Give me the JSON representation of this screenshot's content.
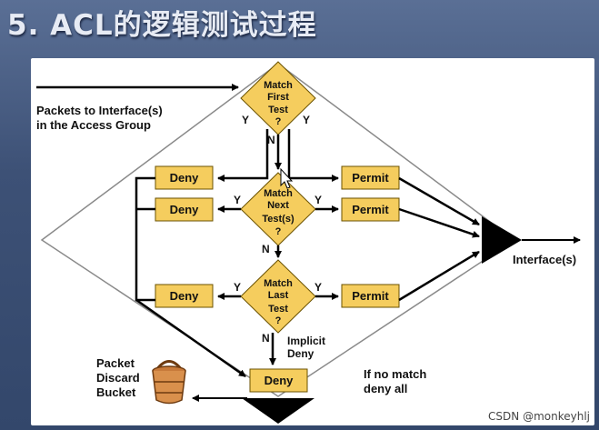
{
  "slide": {
    "title": "5. ACL的逻辑测试过程"
  },
  "diagram": {
    "entry_label_1": "Packets to Interface(s)",
    "entry_label_2": "in the Access Group",
    "decisions": {
      "first": [
        "Match",
        "First",
        "Test",
        "?"
      ],
      "next": [
        "Match",
        "Next",
        "Test(s)",
        "?"
      ],
      "last": [
        "Match",
        "Last",
        "Test",
        "?"
      ]
    },
    "yes_label": "Y",
    "no_label": "N",
    "actions": {
      "deny": "Deny",
      "permit": "Permit"
    },
    "implicit_1": "Implicit",
    "implicit_2": "Deny",
    "no_match_1": "If no match",
    "no_match_2": "deny all",
    "bucket_1": "Packet",
    "bucket_2": "Discard",
    "bucket_3": "Bucket",
    "interface": "Interface(s)",
    "colors": {
      "box_fill": "#f5cd5e",
      "box_stroke": "#6b5200",
      "diamond_fill": "#f5cd5e",
      "outline": "#777777",
      "arrow": "#000000"
    }
  },
  "watermark": "CSDN @monkeyhlj"
}
